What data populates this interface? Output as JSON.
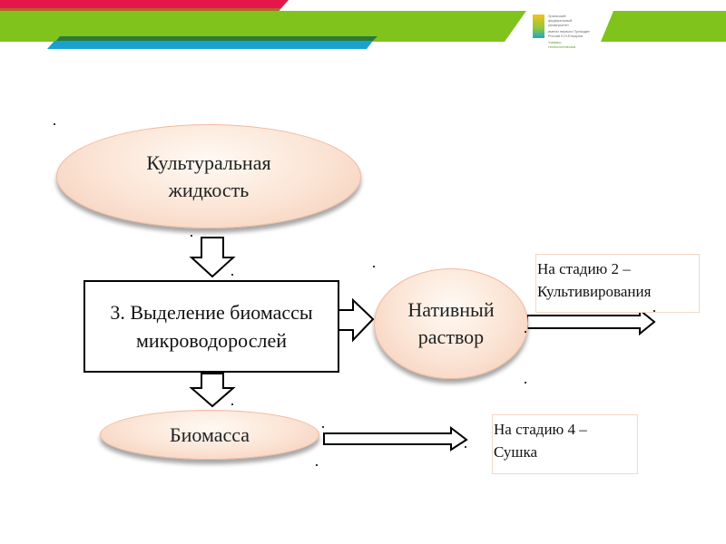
{
  "header": {
    "logo_icon": "university-logo-icon",
    "logo_lines": [
      "Уральский",
      "федеральный",
      "университет",
      "имени первого Президента",
      "России Б.Н.Ельцина",
      "Химико-",
      "технологический"
    ]
  },
  "diagram": {
    "culture_liquid": [
      "Культуральная",
      "жидкость"
    ],
    "process_box": [
      "3. Выделение биомассы",
      "микроводорослей"
    ],
    "native_solution": [
      "Нативный",
      "раствор"
    ],
    "biomass": "Биомасса",
    "note_stage2": [
      "На стадию 2 –",
      "Культивирования"
    ],
    "note_stage4": [
      "На стадию 4 –",
      "Сушка"
    ]
  },
  "colors": {
    "red_band": "#e5174a",
    "brown_band": "#b9602e",
    "green_band": "#80c31d",
    "dark_green_band": "#2b7a39",
    "blue_band": "#1aa2cf",
    "ellipse_fill": "#fbe3d3",
    "ellipse_border": "#f0b9a0"
  }
}
